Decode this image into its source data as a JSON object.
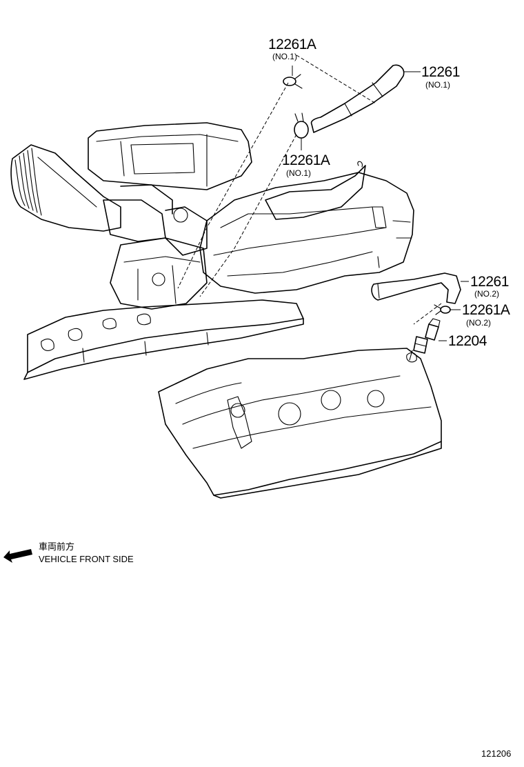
{
  "callouts": {
    "clip_no1_top": {
      "part": "12261A",
      "sub": "(NO.1)"
    },
    "hose_no1": {
      "part": "12261",
      "sub": "(NO.1)"
    },
    "clip_no1_mid": {
      "part": "12261A",
      "sub": "(NO.1)"
    },
    "hose_no2": {
      "part": "12261",
      "sub": "(NO.2)"
    },
    "clip_no2": {
      "part": "12261A",
      "sub": "(NO.2)"
    },
    "spark_plug": {
      "part": "12204"
    }
  },
  "direction": {
    "label_jp": "車両前方",
    "label_en": "VEHICLE FRONT SIDE"
  },
  "diagram_id": "121206"
}
